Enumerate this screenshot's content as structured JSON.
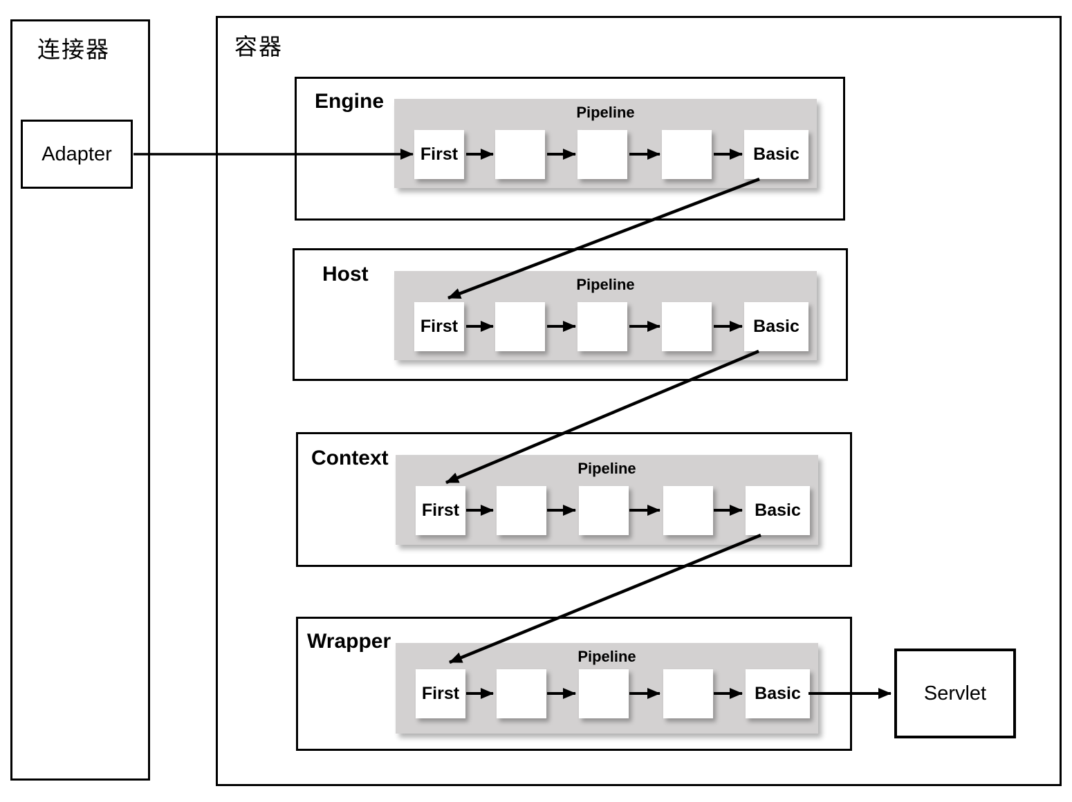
{
  "diagram": {
    "connector": {
      "label": "连接器",
      "adapter_label": "Adapter"
    },
    "container": {
      "label": "容器",
      "sections": [
        {
          "label": "Engine",
          "pipeline_label": "Pipeline",
          "valves": [
            "First",
            "",
            "",
            "",
            "Basic"
          ]
        },
        {
          "label": "Host",
          "pipeline_label": "Pipeline",
          "valves": [
            "First",
            "",
            "",
            "",
            "Basic"
          ]
        },
        {
          "label": "Context",
          "pipeline_label": "Pipeline",
          "valves": [
            "First",
            "",
            "",
            "",
            "Basic"
          ]
        },
        {
          "label": "Wrapper",
          "pipeline_label": "Pipeline",
          "valves": [
            "First",
            "",
            "",
            "",
            "Basic"
          ]
        }
      ],
      "servlet_label": "Servlet"
    },
    "colors": {
      "pipeline_background": "#d3d1d1",
      "box_background": "#ffffff",
      "line_color": "#000000"
    }
  }
}
